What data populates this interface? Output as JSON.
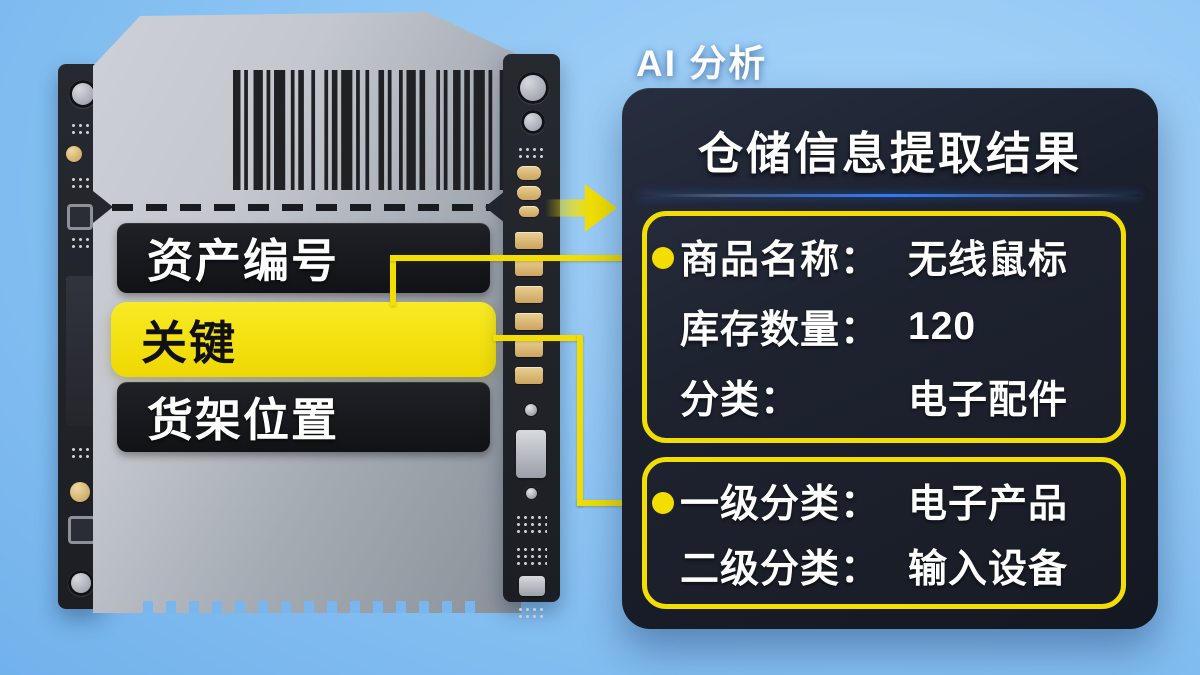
{
  "ai_label": "AI 分析",
  "panel": {
    "title": "仓储信息提取结果",
    "info_boxes": [
      {
        "rows": [
          {
            "label": "商品名称：",
            "value": "无线鼠标"
          },
          {
            "label": "库存数量：",
            "value": "120"
          },
          {
            "label": "分类：",
            "value": "电子配件"
          }
        ]
      },
      {
        "rows": [
          {
            "label": "一级分类：",
            "value": "电子产品"
          },
          {
            "label": "二级分类：",
            "value": "输入设备"
          }
        ]
      }
    ]
  },
  "device": {
    "field_labels": [
      {
        "text": "资产编号",
        "highlighted": false
      },
      {
        "text": "关键",
        "highlighted": true
      },
      {
        "text": "货架位置",
        "highlighted": false
      }
    ]
  },
  "colors": {
    "accent_yellow": "#F2DE00",
    "panel_background": "#1A1F2C",
    "field_bar_dark": "#17181C",
    "divider_blue": "#2F7BFF",
    "scene_background_blue": "#85BFF2"
  }
}
